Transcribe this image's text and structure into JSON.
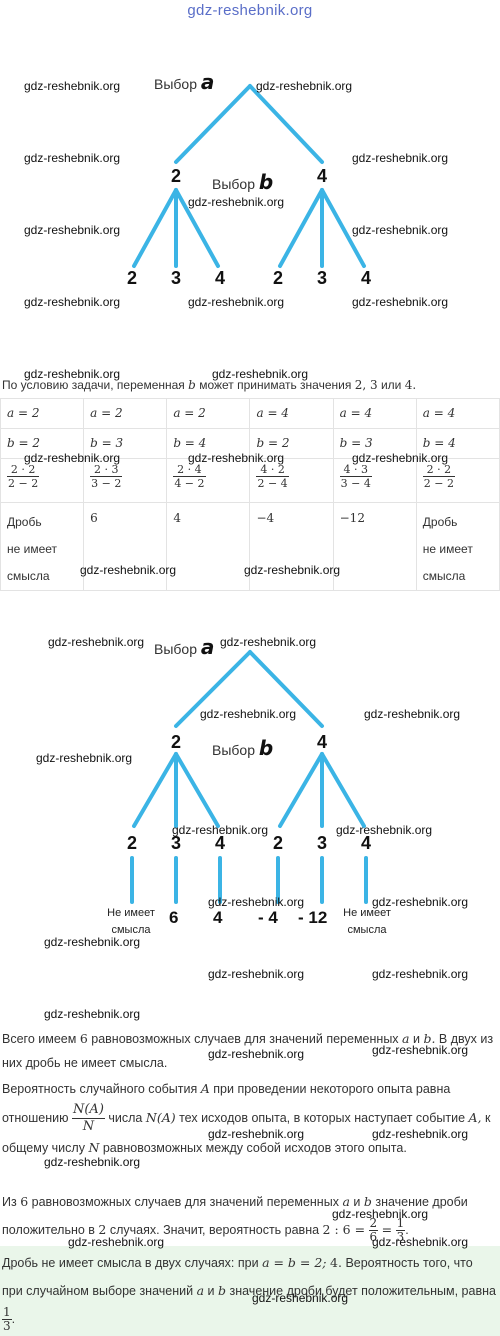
{
  "watermark": "gdz-reshebnik.org",
  "tree1": {
    "label_a": "Выбор",
    "var_a": "a",
    "label_b": "Выбор",
    "var_b": "b",
    "level1": [
      "2",
      "4"
    ],
    "level2": [
      "2",
      "3",
      "4",
      "2",
      "3",
      "4"
    ]
  },
  "intro": {
    "text": "По условию задачи, переменная",
    "var": "b",
    "text2": "может принимать значения",
    "values": "2, 3",
    "or": "или",
    "last": "4."
  },
  "table": {
    "a_row": [
      "a = 2",
      "a = 2",
      "a = 2",
      "a = 4",
      "a = 4",
      "a = 4"
    ],
    "b_row": [
      "b = 2",
      "b = 3",
      "b = 4",
      "b = 2",
      "b = 3",
      "b = 4"
    ],
    "frac_row": [
      {
        "num": "2 · 2",
        "den": "2 − 2"
      },
      {
        "num": "2 · 3",
        "den": "3 − 2"
      },
      {
        "num": "2 · 4",
        "den": "4 − 2"
      },
      {
        "num": "4 · 2",
        "den": "2 − 4"
      },
      {
        "num": "4 · 3",
        "den": "3 − 4"
      },
      {
        "num": "2 · 2",
        "den": "2 − 2"
      }
    ],
    "result_row": [
      "Дробь не имеет смысла",
      "6",
      "4",
      "−4",
      "−12",
      "Дробь не имеет смысла"
    ],
    "no_meaning_lines": [
      "Дробь",
      "не имеет",
      "смысла"
    ]
  },
  "tree2": {
    "label_a": "Выбор",
    "var_a": "a",
    "label_b": "Выбор",
    "var_b": "b",
    "level1": [
      "2",
      "4"
    ],
    "level2": [
      "2",
      "3",
      "4",
      "2",
      "3",
      "4"
    ],
    "results": [
      "6",
      "4",
      "- 4",
      "- 12"
    ],
    "no_meaning_1": "Не имеет",
    "no_meaning_2": "смысла"
  },
  "text": {
    "p1a": "Всего имеем",
    "p1n": "6",
    "p1b": "равновозможных случаев для значений переменных",
    "p1v": "a",
    "p1and": "и",
    "p1v2": "b.",
    "p1c": "В двух из них дробь не имеет смысла.",
    "p2a": "Вероятность случайного события",
    "p2A": "A",
    "p2b": "при проведении некоторого опыта равна отношению",
    "p2frac_num": "N(A)",
    "p2frac_den": "N",
    "p2c": "числа",
    "p2NA": "N(A)",
    "p2d": "тех исходов опыта, в которых наступает событие",
    "p2A2": "A,",
    "p2e": "к общему числу",
    "p2N": "N",
    "p2f": "равновозможных между собой исходов этого опыта.",
    "p3a": "Из",
    "p3n": "6",
    "p3b": "равновозможных случаев для значений переменных",
    "p3v": "a",
    "p3and": "и",
    "p3v2": "b",
    "p3c": "значение дроби положительно в",
    "p3n2": "2",
    "p3d": "случаях. Значит, вероятность равна",
    "p3ratio": "2 : 6 =",
    "p3f1n": "2",
    "p3f1d": "6",
    "p3eq": "=",
    "p3f2n": "1",
    "p3f2d": "3",
    "p3end": ".",
    "ans_a": "Дробь не имеет смысла в двух случаях: при",
    "ans_eq": "a = b = 2;",
    "ans_four": "4.",
    "ans_b": "Вероятность того, что при случайном выборе значений",
    "ans_v": "a",
    "ans_and": "и",
    "ans_v2": "b",
    "ans_c": "значение дроби будет положительным, равна",
    "ans_fn": "1",
    "ans_fd": "3",
    "ans_end": "."
  },
  "colors": {
    "branch": "#3bb4e5",
    "answer_bg": "#eaf6ea",
    "watermark_top": "#5a6ec8"
  }
}
